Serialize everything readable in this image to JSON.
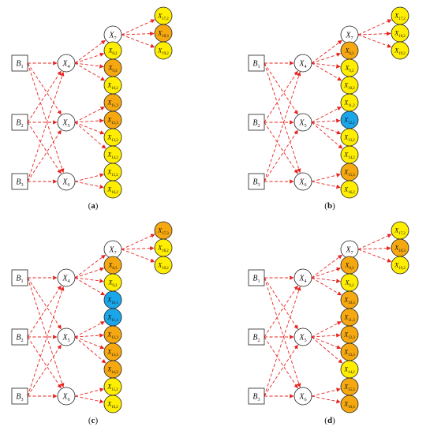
{
  "colors": {
    "edge": "#e8231f",
    "yellow": "#ffee00",
    "orange": "#f5a810",
    "blue": "#1aa6e8",
    "white": "#ffffff",
    "stroke": "#222222"
  },
  "panels": [
    {
      "caption": "a",
      "b_nodes": [
        {
          "base": "B",
          "sub": "1"
        },
        {
          "base": "B",
          "sub": "2"
        },
        {
          "base": "B",
          "sub": "3"
        }
      ],
      "mid_nodes": [
        {
          "base": "X",
          "sub": "4"
        },
        {
          "base": "X",
          "sub": "5"
        },
        {
          "base": "X",
          "sub": "6"
        }
      ],
      "x7": {
        "base": "X",
        "sub": "7"
      },
      "leaves": [
        {
          "base": "X",
          "sub": "8,2",
          "state": "yellow"
        },
        {
          "base": "X",
          "sub": "9,3",
          "state": "orange"
        },
        {
          "base": "X",
          "sub": "10,2",
          "state": "yellow"
        },
        {
          "base": "X",
          "sub": "11,3",
          "state": "orange"
        },
        {
          "base": "X",
          "sub": "12,3",
          "state": "orange"
        },
        {
          "base": "X",
          "sub": "13,2",
          "state": "yellow"
        },
        {
          "base": "X",
          "sub": "14,2",
          "state": "yellow"
        },
        {
          "base": "X",
          "sub": "15,2",
          "state": "yellow"
        },
        {
          "base": "X",
          "sub": "16,2",
          "state": "yellow"
        }
      ],
      "top_leaves": [
        {
          "base": "X",
          "sub": "17,2",
          "state": "yellow"
        },
        {
          "base": "X",
          "sub": "18,3",
          "state": "orange"
        },
        {
          "base": "X",
          "sub": "19,2",
          "state": "yellow"
        }
      ]
    },
    {
      "caption": "b",
      "b_nodes": [
        {
          "base": "B",
          "sub": "1"
        },
        {
          "base": "B",
          "sub": "2"
        },
        {
          "base": "B",
          "sub": "3"
        }
      ],
      "mid_nodes": [
        {
          "base": "X",
          "sub": "4"
        },
        {
          "base": "X",
          "sub": "5"
        },
        {
          "base": "X",
          "sub": "6"
        }
      ],
      "x7": {
        "base": "X",
        "sub": "7"
      },
      "leaves": [
        {
          "base": "X",
          "sub": "8,3",
          "state": "orange"
        },
        {
          "base": "X",
          "sub": "9,2",
          "state": "yellow"
        },
        {
          "base": "X",
          "sub": "10,2",
          "state": "yellow"
        },
        {
          "base": "X",
          "sub": "11,2",
          "state": "yellow"
        },
        {
          "base": "X",
          "sub": "12,1",
          "state": "blue"
        },
        {
          "base": "X",
          "sub": "13,2",
          "state": "yellow"
        },
        {
          "base": "X",
          "sub": "14,2",
          "state": "yellow"
        },
        {
          "base": "X",
          "sub": "15,3",
          "state": "orange"
        },
        {
          "base": "X",
          "sub": "16,2",
          "state": "yellow"
        }
      ],
      "top_leaves": [
        {
          "base": "X",
          "sub": "17,2",
          "state": "yellow"
        },
        {
          "base": "X",
          "sub": "18,2",
          "state": "yellow"
        },
        {
          "base": "X",
          "sub": "19,2",
          "state": "yellow"
        }
      ]
    },
    {
      "caption": "c",
      "b_nodes": [
        {
          "base": "B",
          "sub": "1"
        },
        {
          "base": "B",
          "sub": "2"
        },
        {
          "base": "B",
          "sub": "3"
        }
      ],
      "mid_nodes": [
        {
          "base": "X",
          "sub": "4"
        },
        {
          "base": "X",
          "sub": "5"
        },
        {
          "base": "X",
          "sub": "6"
        }
      ],
      "x7": {
        "base": "X",
        "sub": "7"
      },
      "leaves": [
        {
          "base": "X",
          "sub": "8,3",
          "state": "orange"
        },
        {
          "base": "X",
          "sub": "9,2",
          "state": "yellow"
        },
        {
          "base": "X",
          "sub": "10,1",
          "state": "blue"
        },
        {
          "base": "X",
          "sub": "11,1",
          "state": "blue"
        },
        {
          "base": "X",
          "sub": "12,3",
          "state": "orange"
        },
        {
          "base": "X",
          "sub": "13,3",
          "state": "orange"
        },
        {
          "base": "X",
          "sub": "14,3",
          "state": "orange"
        },
        {
          "base": "X",
          "sub": "15,2",
          "state": "yellow"
        },
        {
          "base": "X",
          "sub": "16,2",
          "state": "yellow"
        }
      ],
      "top_leaves": [
        {
          "base": "X",
          "sub": "17,3",
          "state": "orange"
        },
        {
          "base": "X",
          "sub": "18,2",
          "state": "yellow"
        },
        {
          "base": "X",
          "sub": "19,2",
          "state": "yellow"
        }
      ]
    },
    {
      "caption": "d",
      "b_nodes": [
        {
          "base": "B",
          "sub": "1"
        },
        {
          "base": "B",
          "sub": "2"
        },
        {
          "base": "B",
          "sub": "3"
        }
      ],
      "mid_nodes": [
        {
          "base": "X",
          "sub": "4"
        },
        {
          "base": "X",
          "sub": "5"
        },
        {
          "base": "X",
          "sub": "6"
        }
      ],
      "x7": {
        "base": "X",
        "sub": "7"
      },
      "leaves": [
        {
          "base": "X",
          "sub": "8,3",
          "state": "orange"
        },
        {
          "base": "X",
          "sub": "9,2",
          "state": "yellow"
        },
        {
          "base": "X",
          "sub": "10,3",
          "state": "orange"
        },
        {
          "base": "X",
          "sub": "11,3",
          "state": "orange"
        },
        {
          "base": "X",
          "sub": "12,3",
          "state": "orange"
        },
        {
          "base": "X",
          "sub": "13,3",
          "state": "orange"
        },
        {
          "base": "X",
          "sub": "14,2",
          "state": "yellow"
        },
        {
          "base": "X",
          "sub": "15,3",
          "state": "orange"
        },
        {
          "base": "X",
          "sub": "16,3",
          "state": "orange"
        }
      ],
      "top_leaves": [
        {
          "base": "X",
          "sub": "17,2",
          "state": "yellow"
        },
        {
          "base": "X",
          "sub": "18,3",
          "state": "orange"
        },
        {
          "base": "X",
          "sub": "19,2",
          "state": "yellow"
        }
      ]
    }
  ]
}
